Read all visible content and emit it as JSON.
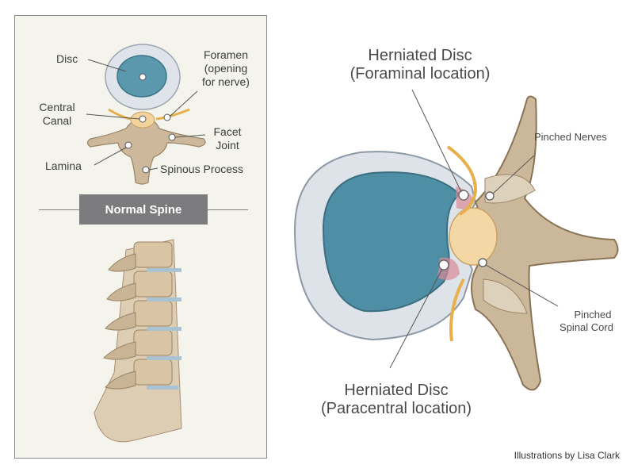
{
  "left_panel": {
    "labels": {
      "disc": "Disc",
      "foramen_line1": "Foramen",
      "foramen_line2": "(opening",
      "foramen_line3": "for nerve)",
      "central_line1": "Central",
      "central_line2": "Canal",
      "facet_line1": "Facet",
      "facet_line2": "Joint",
      "lamina": "Lamina",
      "spinous": "Spinous Process"
    },
    "banner": "Normal Spine"
  },
  "right_panel": {
    "foraminal_line1": "Herniated Disc",
    "foraminal_line2": "(Foraminal location)",
    "paracentral_line1": "Herniated Disc",
    "paracentral_line2": "(Paracentral location)",
    "pinched_nerves": "Pinched Nerves",
    "pinched_cord_line1": "Pinched",
    "pinched_cord_line2": "Spinal Cord"
  },
  "credit": "Illustrations by Lisa Clark",
  "colors": {
    "panel_bg": "#f4f4ec",
    "disc_outer": "#d7dde3",
    "disc_inner": "#4e8ea4",
    "bone": "#c9b496",
    "nerve": "#e7b04a",
    "banner": "#7b7b7d"
  }
}
